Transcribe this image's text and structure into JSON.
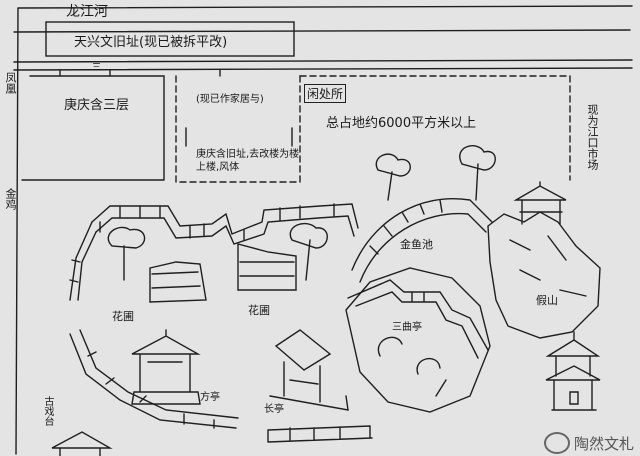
{
  "map": {
    "title_top": "龙江河",
    "heading": "天兴文旧址(现已被拆平改)",
    "upper_left_label": "三",
    "building_left": "庚庆含三层",
    "building_mid_note": "(现已作家居与)",
    "building_mid_detail": "庚庆含旧址,去改楼为楼上楼,风体",
    "baijiao_label": "闲处所",
    "area_note": "总占地约6000平方米以上",
    "right_vertical": "现为江口市场",
    "left_vertical_1": "凤凰",
    "left_vertical_2": "金鸡",
    "jinyu_label": "金鱼池",
    "jiashan_label": "假山",
    "huapu_1": "花圃",
    "huapu_2": "花圃",
    "sanquting": "三曲亭",
    "fangting": "方亭",
    "changting": "长亭",
    "gucaitai": "古戏台"
  },
  "watermark": "陶然文札"
}
